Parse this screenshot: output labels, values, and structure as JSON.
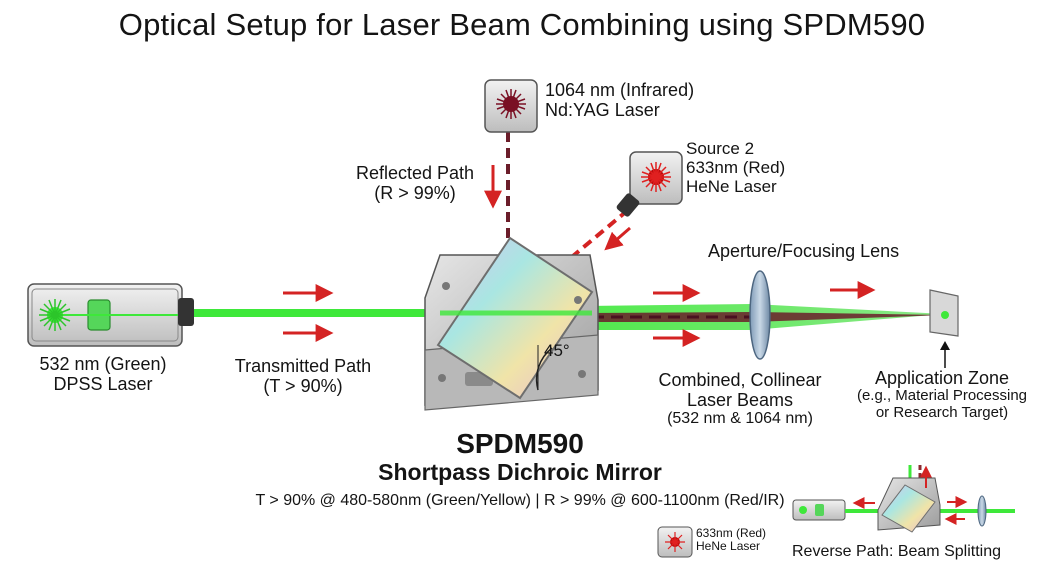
{
  "title": "Optical Setup for Laser Beam Combining using SPDM590",
  "lasers": {
    "nd_yag": {
      "line1": "1064 nm (Infrared)",
      "line2": "Nd:YAG Laser"
    },
    "hene": {
      "line1": "Source 2",
      "line2": "633nm (Red)",
      "line3": "HeNe Laser"
    },
    "dpss": {
      "line1": "532 nm (Green)",
      "line2": "DPSS Laser"
    }
  },
  "paths": {
    "reflected": {
      "line1": "Reflected Path",
      "line2": "(R > 99%)"
    },
    "transmitted": {
      "line1": "Transmitted Path",
      "line2": "(T > 90%)"
    },
    "combined": {
      "line1": "Combined, Collinear",
      "line2": "Laser Beams",
      "line3": "(532 nm & 1064 nm)"
    }
  },
  "mirror": {
    "angle": "45°",
    "name": "SPDM590",
    "subtitle": "Shortpass Dichroic Mirror",
    "spec": "T > 90% @ 480-580nm (Green/Yellow) | R > 99% @ 600-1100nm (Red/IR)"
  },
  "lens": {
    "label": "Aperture/Focusing Lens"
  },
  "target": {
    "line1": "Application Zone",
    "line2": "(e.g., Material Processing",
    "line3": "or Research Target)"
  },
  "inset": {
    "laser_line1": "633nm (Red)",
    "laser_line2": "HeNe Laser",
    "caption": "Reverse Path: Beam Splitting"
  },
  "colors": {
    "green_beam": "#3ee83a",
    "ir_beam": "#6b1d2a",
    "red_beam": "#d42323",
    "arrow": "#d42323"
  },
  "icons": [
    "laser-burst-icon",
    "arrow-right-icon",
    "arrow-down-icon",
    "lens-icon",
    "target-card-icon",
    "upward-arrow-icon"
  ]
}
